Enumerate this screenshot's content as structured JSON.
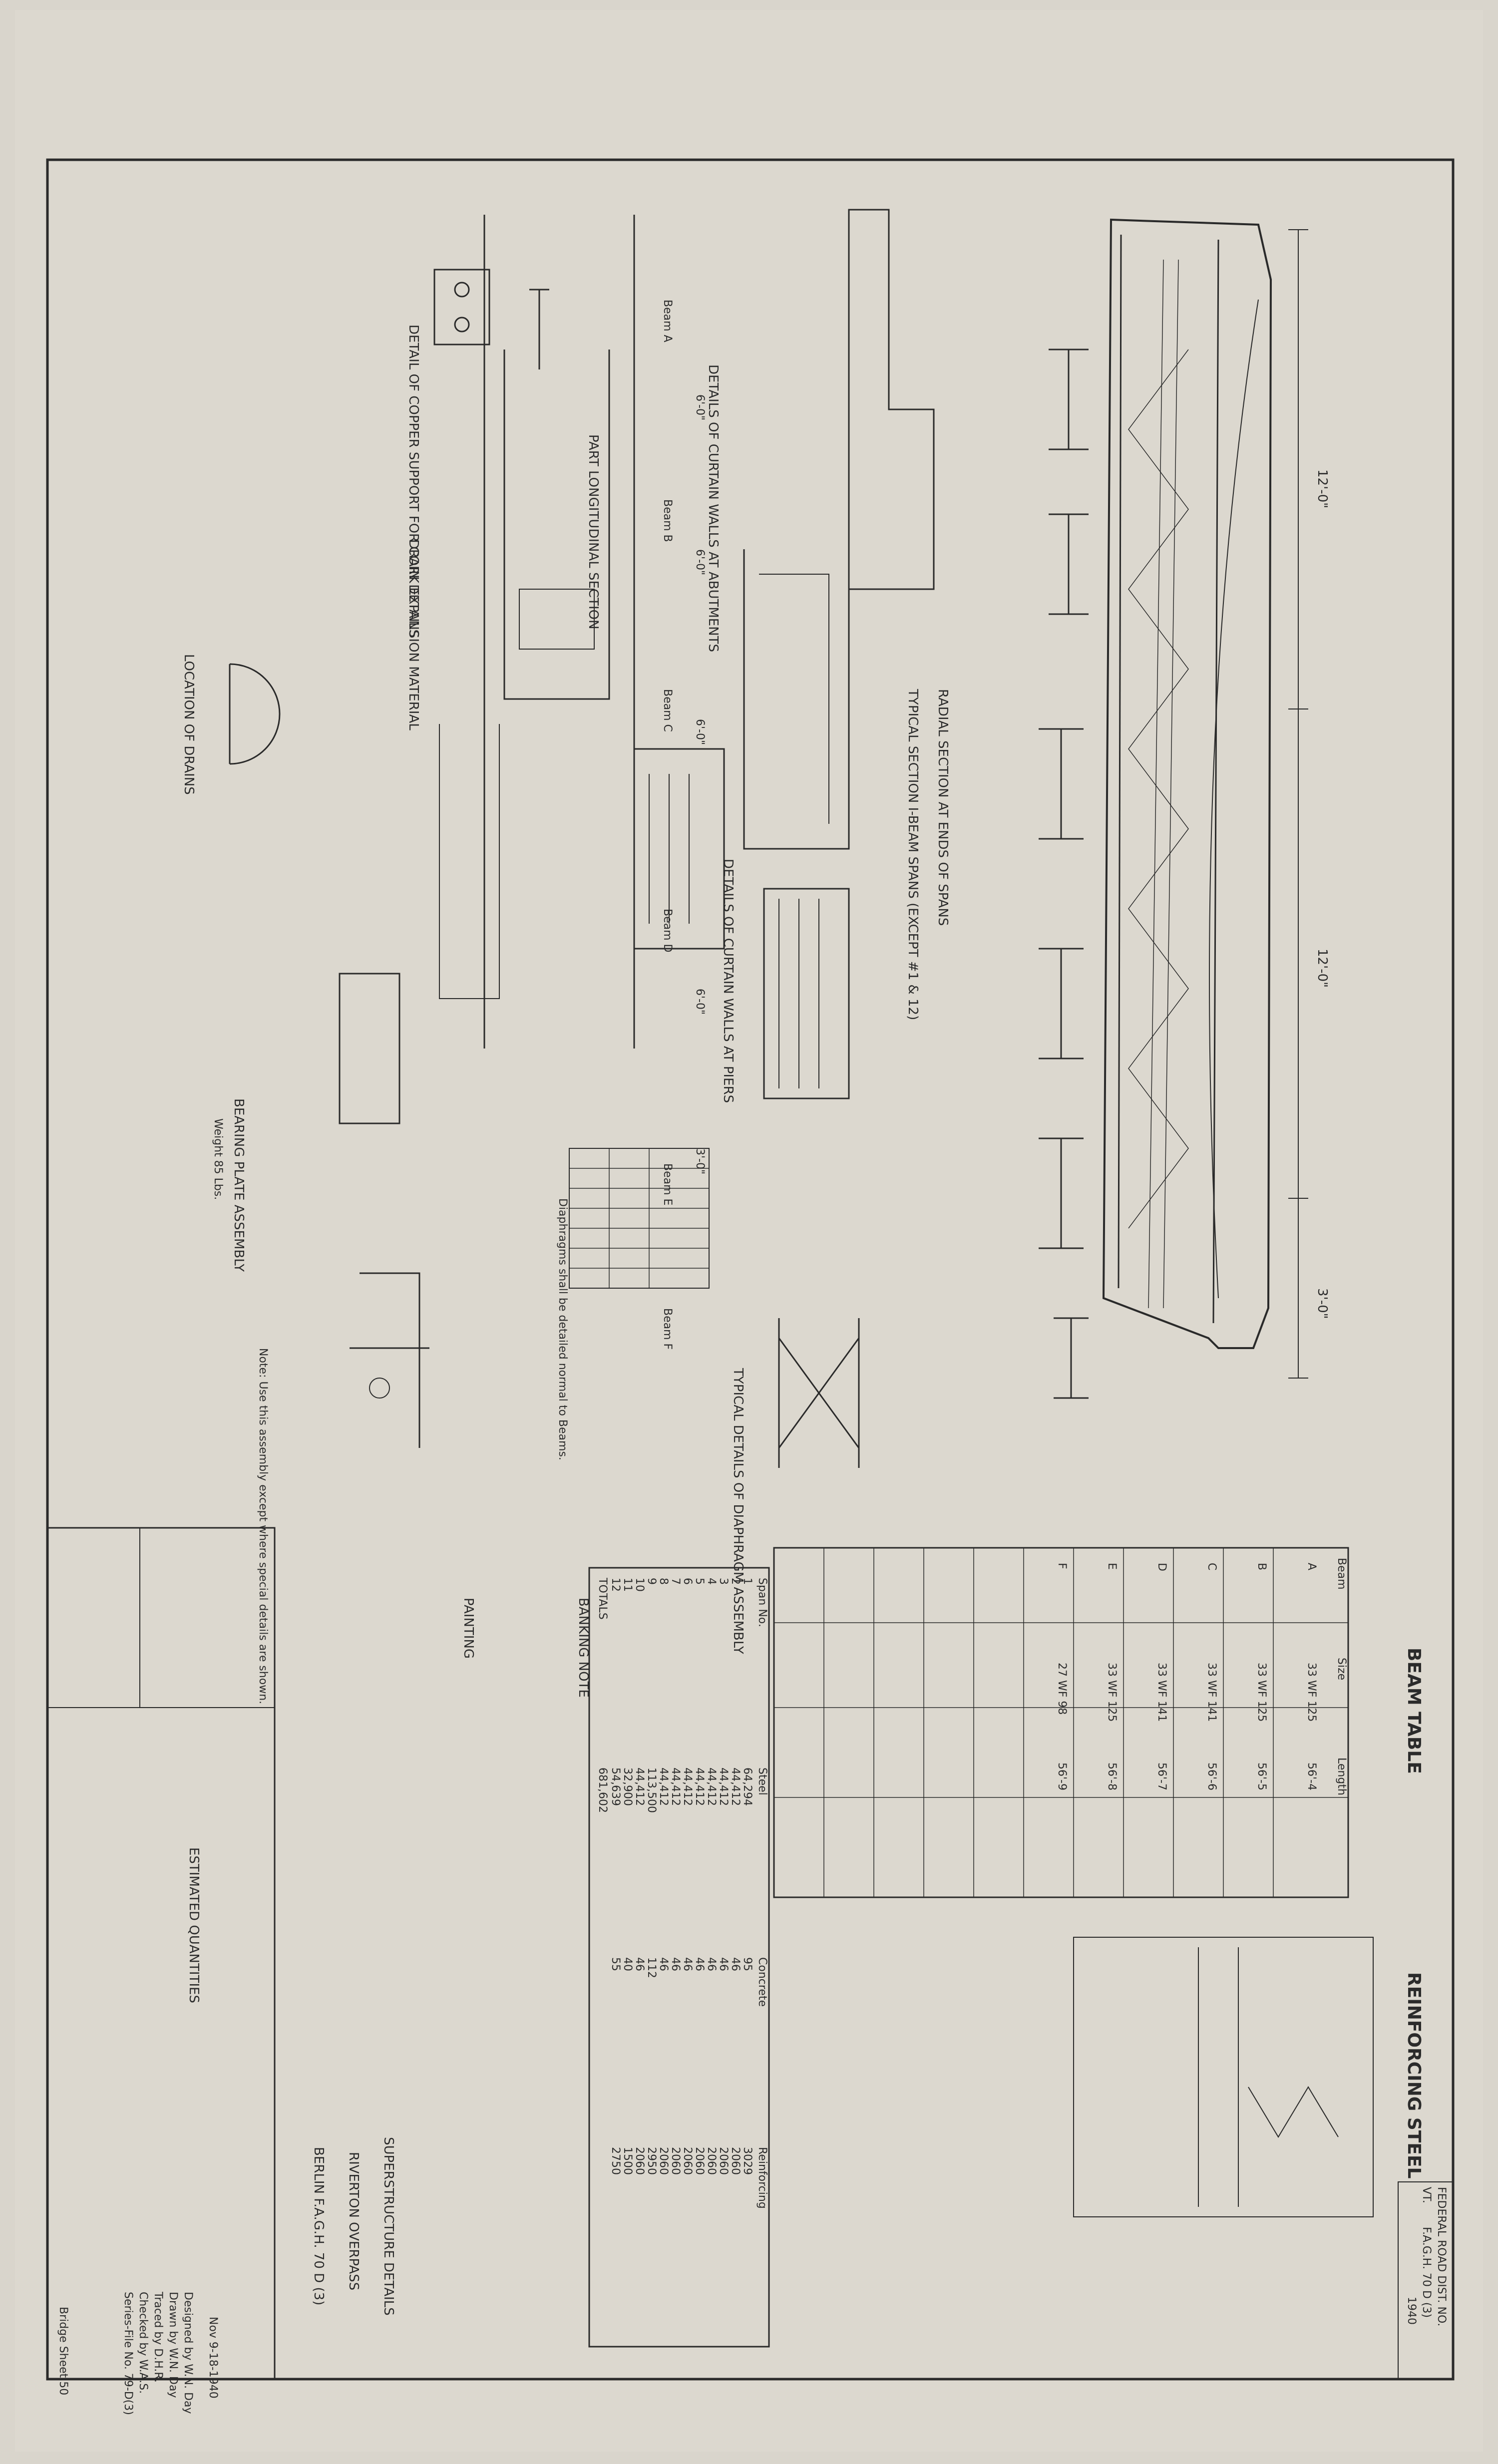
{
  "sheet_labels": {
    "beam_table": "BEAM TABLE",
    "reinforcing_steel": "REINFORCING STEEL",
    "banking_note": "BANKING NOTE",
    "painting": "PAINTING",
    "estimated_quantities": "ESTIMATED QUANTITIES",
    "superstructure": "SUPERSTRUCTURE DETAILS",
    "overpass": "RIVERTON OVERPASS",
    "berlin": "BERLIN F.A.G.H. 70 D (3)",
    "bridge_sheet": "Bridge Sheet 50",
    "date": "Nov 9-18-1940",
    "federal_label": "FEDERAL ROAD DIST. NO.",
    "state": "VT.",
    "fed_proj": "F.A.G.H. 70 D (3)",
    "fiscal_year": "1940"
  },
  "sections": {
    "typical_section": "TYPICAL SECTION I-BEAM SPANS (EXCEPT #1 & 12)",
    "radial_section": "RADIAL SECTION AT ENDS OF SPANS",
    "curtain_abut": "DETAILS OF CURTAIN WALLS AT ABUTMENTS",
    "curtain_piers": "DETAILS OF CURTAIN WALLS AT PIERS",
    "part_long": "PART LONGITUDINAL SECTION",
    "diaphragm": "TYPICAL DETAILS OF DIAPHRAGM ASSEMBLY",
    "diaphragm_note": "Diaphragms shall be detailed normal to Beams.",
    "drain_details": "DRAIN DETAILS",
    "copper_support": "DETAIL OF COPPER SUPPORT FOR CORK EXPANSION MATERIAL",
    "location_drains": "LOCATION OF DRAINS",
    "bearing_plate": "BEARING PLATE ASSEMBLY",
    "bearing_weight": "Weight 85 Lbs.",
    "bearing_note": "Note: Use this assembly except where special details are shown."
  },
  "dims": {
    "d12": "12'-0\"",
    "d12b": "12'-0\"",
    "d3": "3'-0\"",
    "d6a": "6'-0\"",
    "d6b": "6'-0\"",
    "d6c": "6'-0\"",
    "d6d": "6'-0\"",
    "d30": "3'-0\""
  },
  "beams": {
    "a": "Beam A",
    "b": "Beam B",
    "c": "Beam C",
    "d": "Beam D",
    "e": "Beam E",
    "f": "Beam F"
  },
  "beam_table": {
    "headers": [
      "Beam",
      "Size",
      "Length"
    ],
    "rows": [
      [
        "A",
        "33 WF 125",
        "56'-4"
      ],
      [
        "B",
        "33 WF 125",
        "56'-5"
      ],
      [
        "C",
        "33 WF 141",
        "56'-6"
      ],
      [
        "D",
        "33 WF 141",
        "56'-7"
      ],
      [
        "E",
        "33 WF 125",
        "56'-8"
      ],
      [
        "F",
        "27 WF 98",
        "56'-9"
      ]
    ]
  },
  "quantities": {
    "headers": [
      "Span No.",
      "Steel",
      "Concrete",
      "Reinforcing"
    ],
    "rows": [
      [
        "1",
        "64,294",
        "95",
        "3029"
      ],
      [
        "2",
        "44,412",
        "46",
        "2060"
      ],
      [
        "3",
        "44,412",
        "46",
        "2060"
      ],
      [
        "4",
        "44,412",
        "46",
        "2060"
      ],
      [
        "5",
        "44,412",
        "46",
        "2060"
      ],
      [
        "6",
        "44,412",
        "46",
        "2060"
      ],
      [
        "7",
        "44,412",
        "46",
        "2060"
      ],
      [
        "8",
        "44,412",
        "46",
        "2060"
      ],
      [
        "9",
        "113,500",
        "112",
        "2950"
      ],
      [
        "10",
        "44,412",
        "46",
        "2060"
      ],
      [
        "11",
        "32,900",
        "40",
        "1500"
      ],
      [
        "12",
        "54,639",
        "55",
        "2750"
      ]
    ],
    "total_label": "TOTALS",
    "total": "681,602"
  },
  "titleblock": {
    "designed": "Designed by W.N. Day",
    "drawn": "Drawn by W.N. Day",
    "traced": "Traced by D.H.R.",
    "checked": "Checked by W.A.S.",
    "series": "Series-File No. 79-D(3)"
  }
}
